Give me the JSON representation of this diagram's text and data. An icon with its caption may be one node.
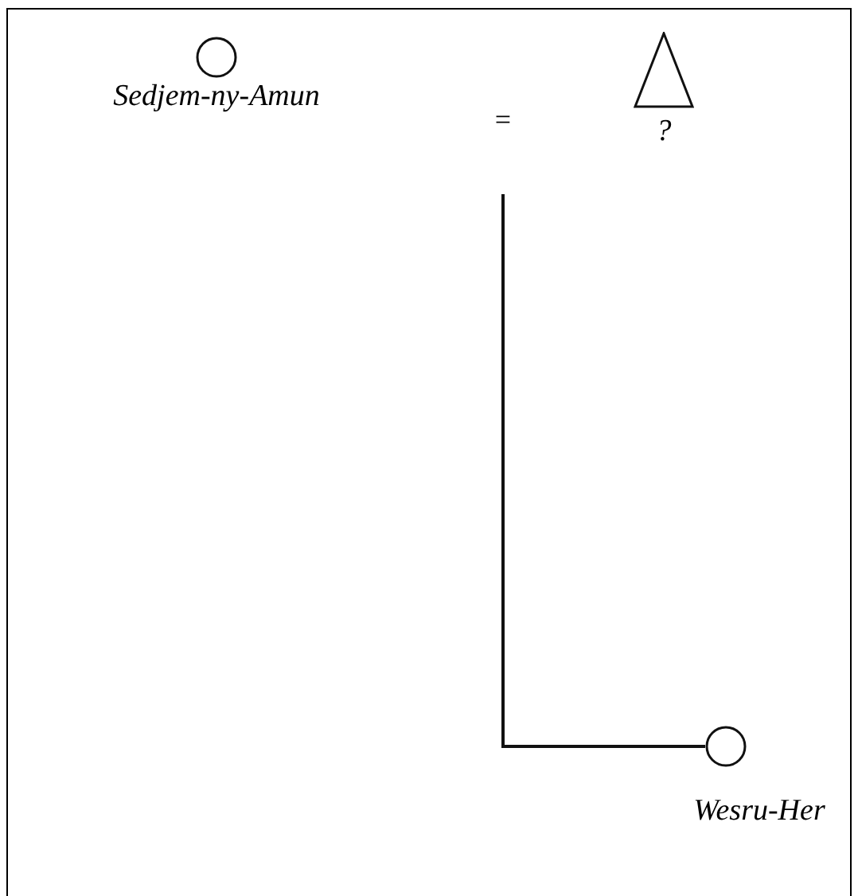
{
  "diagram": {
    "nodes": [
      {
        "text": [],
        "shape": "circle",
        "beside": [
          "Sedjem-ny-Amun"
        ]
      },
      {
        "text": [],
        "shape": "triangle",
        "beside": [
          "?"
        ]
      },
      {
        "text": [],
        "shape": "circle",
        "beside": [
          "Wesru-Her"
        ]
      }
    ],
    "edges": [
      {
        "from": null,
        "to": 2,
        "arrow": "none"
      }
    ],
    "labels": [
      "="
    ]
  }
}
